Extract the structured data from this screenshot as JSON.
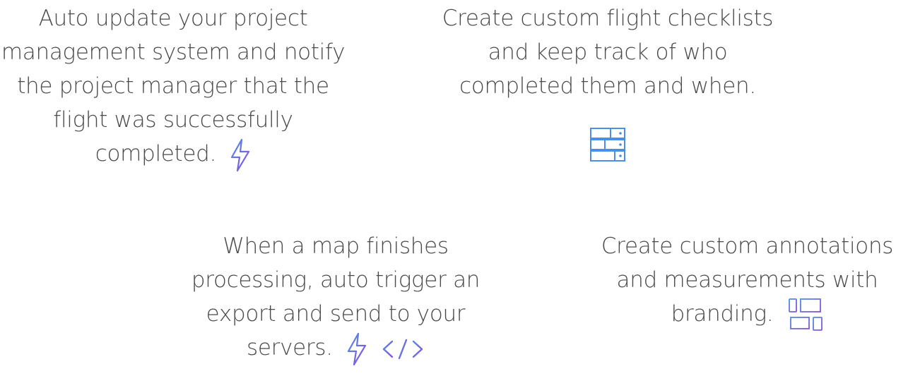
{
  "features": [
    {
      "text": "Auto update your project management system and notify the project manager that the flight was successfully completed.",
      "icons": [
        "lightning-icon"
      ]
    },
    {
      "text": "Create custom flight checklists and keep track of who completed them and when.",
      "icons": [
        "server-stack-icon"
      ]
    },
    {
      "text": "When a map finishes processing, auto trigger an export and send to your servers.",
      "icons": [
        "lightning-icon",
        "code-icon"
      ]
    },
    {
      "text": "Create custom annotations and measurements with branding.",
      "icons": [
        "devices-icon"
      ]
    }
  ],
  "colors": {
    "text": "#4a4a4a",
    "icon_blue": "#4f8ee8",
    "icon_purple": "#8a4ee0"
  }
}
